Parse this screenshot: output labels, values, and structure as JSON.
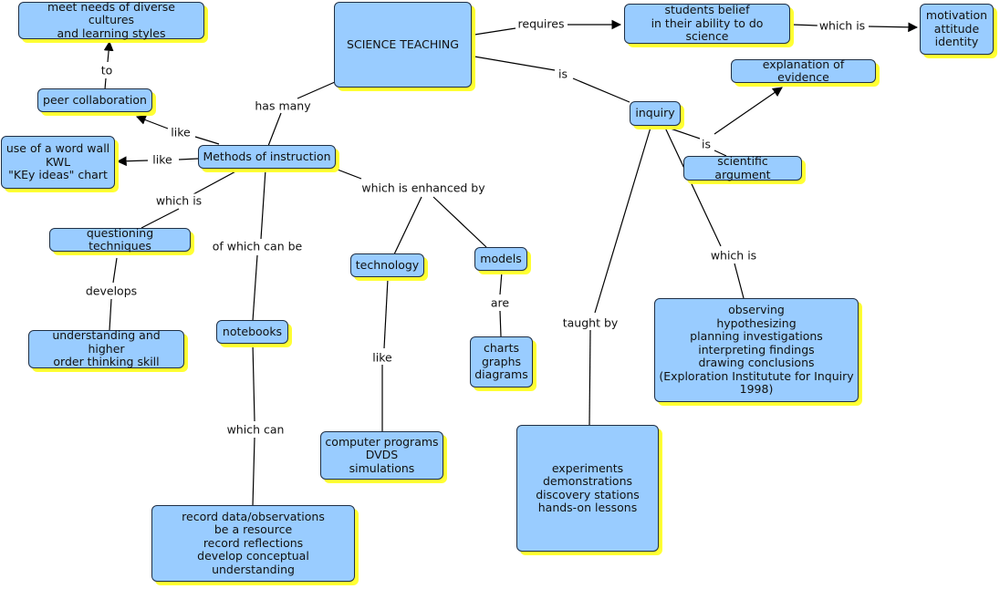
{
  "colors": {
    "node_fill": "#99ccff",
    "node_shadow": "#ffff33",
    "line": "#000000"
  },
  "nodes": {
    "science_teaching": "SCIENCE TEACHING",
    "students_belief": "students belief\nin their ability to do science",
    "motivation": "motivation\nattitude\nidentity",
    "meet_needs": "meet needs of diverse cultures\nand learning styles",
    "peer_collaboration": "peer collaboration",
    "word_wall": "use of a word wall\nKWL\n\"KEy ideas\" chart",
    "methods": "Methods of instruction",
    "questioning": "questioning techniques",
    "understanding": "understanding and higher\norder thinking skill",
    "notebooks": "notebooks",
    "record_data": "record data/observations\nbe a resource\nrecord reflections\ndevelop conceptual understanding",
    "technology": "technology",
    "computer_programs": "computer programs\nDVDS\nsimulations",
    "models": "models",
    "charts": "charts\ngraphs\ndiagrams",
    "inquiry": "inquiry",
    "explanation": "explanation of evidence",
    "scientific_argument": "scientific argument",
    "observing": "observing\nhypothesizing\nplanning investigations\ninterpreting findings\ndrawing conclusions\n(Exploration Institutute for Inquiry\n1998)",
    "experiments": "experiments\ndemonstrations\ndiscovery stations\nhands-on lessons"
  },
  "links": {
    "requires": "requires",
    "which_is_motivation": "which is",
    "is_inquiry": "is",
    "has_many": "has many",
    "to": "to",
    "like_peer": "like",
    "like_wall": "like",
    "which_is_questioning": "which is",
    "develops": "develops",
    "of_which_can_be": "of which can be",
    "which_can": "which can",
    "which_is_enhanced_by": "which is enhanced by",
    "like_tech": "like",
    "are": "are",
    "taught_by": "taught by",
    "is_argument": "is",
    "which_is_observing": "which is"
  }
}
